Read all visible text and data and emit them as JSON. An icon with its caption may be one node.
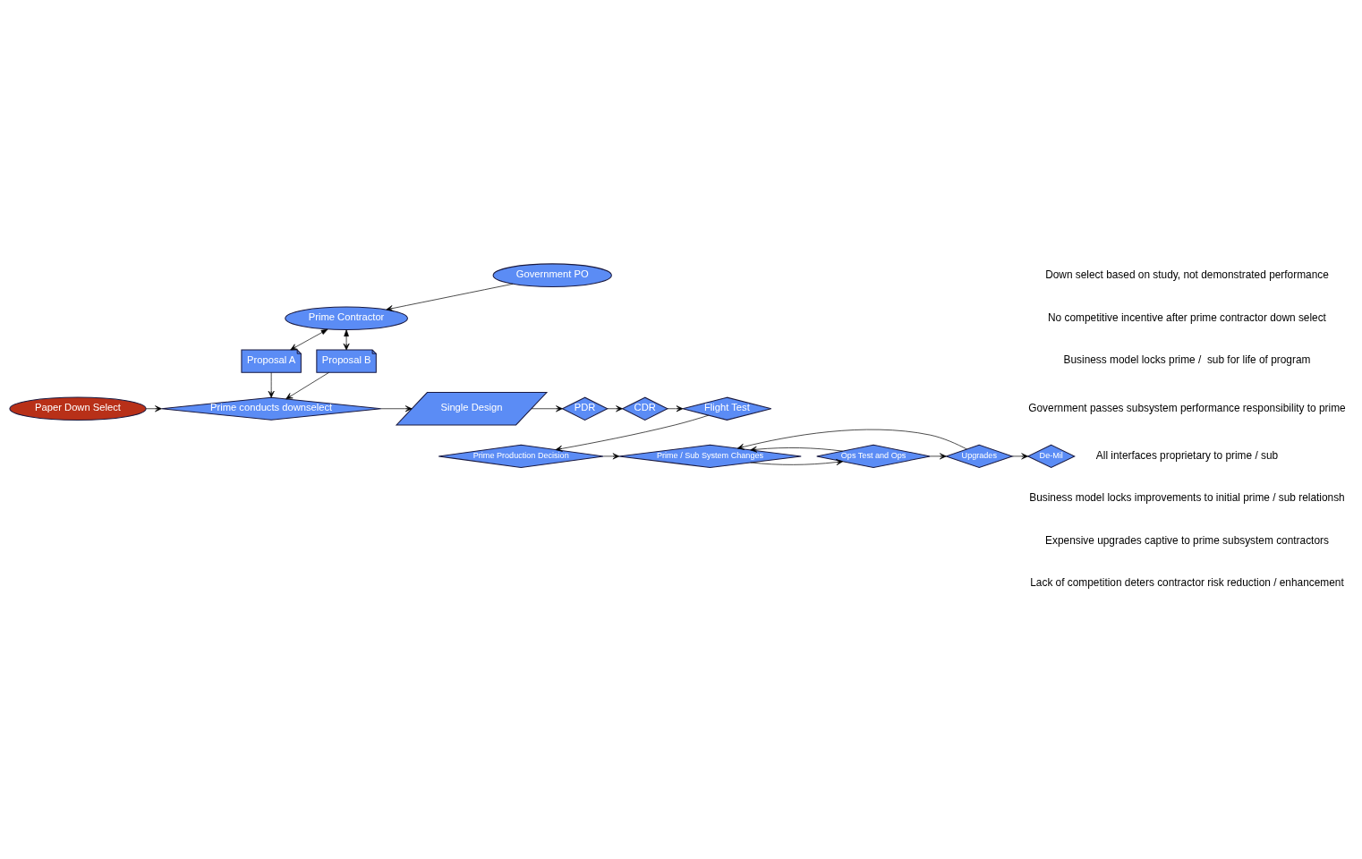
{
  "diagram": {
    "nodes": [
      {
        "text": [
          "Government PO"
        ]
      },
      {
        "text": [
          "Prime Contractor"
        ]
      },
      {
        "text": [
          "Proposal A"
        ]
      },
      {
        "text": [
          "Proposal B"
        ]
      },
      {
        "text": [
          "Paper Down Select"
        ]
      },
      {
        "text": [
          "Prime conducts downselect"
        ]
      },
      {
        "text": [
          "Single Design"
        ]
      },
      {
        "text": [
          "PDR"
        ]
      },
      {
        "text": [
          "CDR"
        ]
      },
      {
        "text": [
          "Flight Test"
        ]
      },
      {
        "text": [
          "Prime Production Decision"
        ]
      },
      {
        "text": [
          "Prime / Sub System Changes"
        ]
      },
      {
        "text": [
          "Ops Test and Ops"
        ]
      },
      {
        "text": [
          "Upgrades"
        ]
      },
      {
        "text": [
          "De-Mil"
        ]
      }
    ],
    "edges": [
      {
        "from": 0,
        "to": 1,
        "arrow": "to"
      },
      {
        "from": 1,
        "to": 3,
        "arrow": "both"
      },
      {
        "from": 1,
        "to": 2,
        "arrow": "both"
      },
      {
        "from": 2,
        "to": 5,
        "arrow": "to"
      },
      {
        "from": 3,
        "to": 5,
        "arrow": "to"
      },
      {
        "from": 4,
        "to": 5,
        "arrow": "to"
      },
      {
        "from": 5,
        "to": 6,
        "arrow": "to"
      },
      {
        "from": 6,
        "to": 7,
        "arrow": "to"
      },
      {
        "from": 7,
        "to": 8,
        "arrow": "to"
      },
      {
        "from": 8,
        "to": 9,
        "arrow": "to"
      },
      {
        "from": 9,
        "to": 10,
        "arrow": "to"
      },
      {
        "from": 10,
        "to": 11,
        "arrow": "to"
      },
      {
        "from": 11,
        "to": 12,
        "arrow": "to"
      },
      {
        "from": 12,
        "to": 13,
        "arrow": "to"
      },
      {
        "from": 13,
        "to": 14,
        "arrow": "to"
      },
      {
        "from": 12,
        "to": 11,
        "arrow": "to"
      },
      {
        "from": 13,
        "to": 11,
        "arrow": "to"
      }
    ],
    "labels": [
      "Down select based on study, not demonstrated performance",
      "No competitive incentive after prime contractor down select",
      "Business model locks prime /  sub for life of program",
      "Government passes subsystem performance responsibility to prime",
      "All interfaces proprietary to prime / sub",
      "Business model locks improvements to initial prime / sub relationsh",
      "Expensive upgrades captive to prime subsystem contractors",
      "Lack of competition deters contractor risk reduction / enhancement"
    ]
  }
}
